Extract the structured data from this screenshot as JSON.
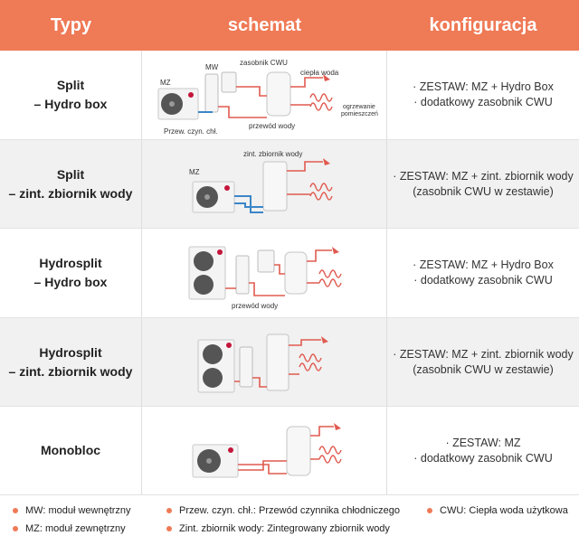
{
  "header": {
    "col_types": "Typy",
    "col_schema": "schemat",
    "col_config": "konfiguracja"
  },
  "rows": [
    {
      "type_line1": "Split",
      "type_line2": "– Hydro box",
      "config_line1": "· ZESTAW: MZ + Hydro Box",
      "config_line2": "· dodatkowy zasobnik CWU",
      "labels": {
        "mz": "MZ",
        "mw": "MW",
        "tank": "zasobnik CWU",
        "hot_water": "ciepła woda",
        "heating": "ogrzewanie\npomieszczeń",
        "water_pipe": "przewód wody",
        "refrigerant_pipe": "Przew. czyn. chł."
      }
    },
    {
      "type_line1": "Split",
      "type_line2": "– zint. zbiornik wody",
      "config_line1": "· ZESTAW: MZ + zint. zbiornik wody",
      "config_line2": "(zasobnik CWU w zestawie)",
      "labels": {
        "mz": "MZ",
        "tank": "zint. zbiornik wody"
      }
    },
    {
      "type_line1": "Hydrosplit",
      "type_line2": "– Hydro box",
      "config_line1": "· ZESTAW: MZ + Hydro Box",
      "config_line2": "· dodatkowy zasobnik CWU",
      "labels": {
        "water_pipe": "przewód wody"
      }
    },
    {
      "type_line1": "Hydrosplit",
      "type_line2": "– zint. zbiornik wody",
      "config_line1": "· ZESTAW: MZ + zint. zbiornik wody",
      "config_line2": "(zasobnik CWU w zestawie)"
    },
    {
      "type_line1": "Monobloc",
      "type_line2": "",
      "config_line1": "· ZESTAW: MZ",
      "config_line2": "· dodatkowy zasobnik CWU"
    }
  ],
  "legend": [
    {
      "text": "MW: moduł wewnętrzny"
    },
    {
      "text": "MZ: moduł zewnętrzny"
    },
    {
      "text": "Przew. czyn. chł.: Przewód czynnika chłodniczego"
    },
    {
      "text": "Zint. zbiornik wody: Zintegrowany zbiornik wody"
    },
    {
      "text": "CWU: Ciepła woda użytkowa"
    }
  ],
  "colors": {
    "accent": "#ef7a56",
    "water_pipe": "#e05a4f",
    "refrigerant_pipe": "#3b86c8",
    "brand_logo": "#c4153a"
  }
}
